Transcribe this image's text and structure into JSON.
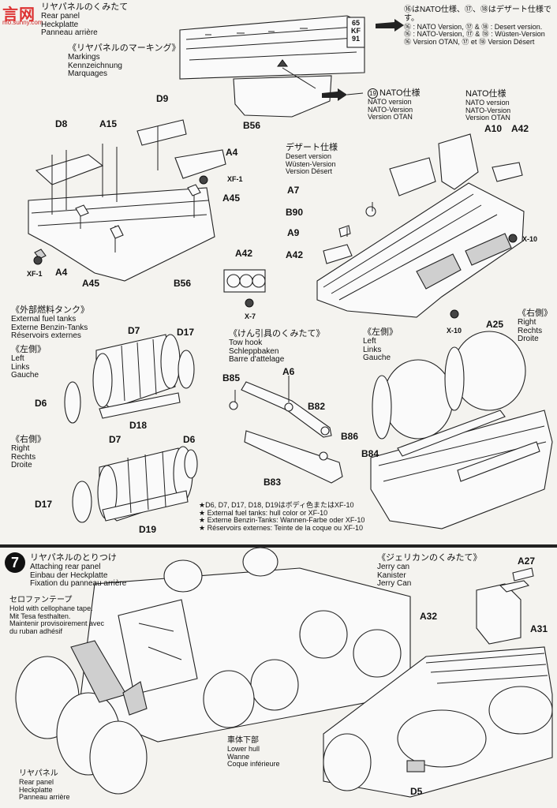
{
  "logo": {
    "main": "言网",
    "sub": "mo.sunny.com"
  },
  "rear_panel_title": {
    "ja": "リヤパネルのくみたて",
    "en": "Rear panel",
    "de": "Heckplatte",
    "fr": "Panneau arrière"
  },
  "version_note": {
    "ja": "⑯はNATO仕様、⑰、⑱はデザート仕様です。",
    "en": "⑯ : NATO Version, ⑰ & ⑱ : Desert version.",
    "de": "⑯ : NATO-Version, ⑰ & ⑱ : Wüsten-Version",
    "fr": "⑯ Version OTAN, ⑰ et ⑱ Version Désert"
  },
  "plate": [
    "65",
    "KF",
    "91"
  ],
  "markings": {
    "ja": "《リヤパネルのマーキング》",
    "en": "Markings",
    "de": "Kennzeichnung",
    "fr": "Marquages"
  },
  "nato19": {
    "num": "19",
    "ja": "NATO仕様",
    "en": "NATO version",
    "de": "NATO-Version",
    "fr": "Version OTAN"
  },
  "nato_right": {
    "ja": "NATO仕様",
    "en": "NATO version",
    "de": "NATO-Version",
    "fr": "Version OTAN"
  },
  "desert": {
    "ja": "デザート仕様",
    "en": "Desert version",
    "de": "Wüsten-Version",
    "fr": "Version Désert"
  },
  "parts_top": {
    "B56_top": "B56",
    "D9": "D9",
    "D8": "D8",
    "A15": "A15",
    "A4a": "A4",
    "XF1a": "XF-1",
    "A45a": "A45",
    "XF1b": "XF-1",
    "A4b": "A4",
    "A45b": "A45",
    "B56": "B56",
    "A42": "A42",
    "X7": "X-7",
    "A10": "A10",
    "A42r": "A42",
    "A7": "A7",
    "B90": "B90",
    "A9": "A9",
    "A42m": "A42",
    "X10a": "X-10",
    "X10b": "X-10",
    "A25": "A25"
  },
  "fuel": {
    "ja": "《外部燃料タンク》",
    "en": "External fuel tanks",
    "de": "Externe Benzin-Tanks",
    "fr": "Réservoirs externes"
  },
  "left1": {
    "ja": "《左側》",
    "en": "Left",
    "de": "Links",
    "fr": "Gauche"
  },
  "right1": {
    "ja": "《右側》",
    "en": "Right",
    "de": "Rechts",
    "fr": "Droite"
  },
  "left2": {
    "ja": "《左側》",
    "en": "Left",
    "de": "Links",
    "fr": "Gauche"
  },
  "right2": {
    "ja": "《右側》",
    "en": "Right",
    "de": "Rechts",
    "fr": "Droite"
  },
  "tow": {
    "ja": "《けん引具のくみたて》",
    "en": "Tow hook",
    "de": "Schleppbaken",
    "fr": "Barre d'attelage"
  },
  "parts_mid": {
    "D7a": "D7",
    "D17a": "D17",
    "D6a": "D6",
    "D18": "D18",
    "D7b": "D7",
    "D6b": "D6",
    "D17b": "D17",
    "D19": "D19",
    "B85": "B85",
    "A6": "A6",
    "B82": "B82",
    "B86": "B86",
    "B83": "B83",
    "B84": "B84"
  },
  "paint_note": [
    "★D6, D7, D17, D18, D19はボディ色またはXF-10",
    "★ External fuel tanks: hull color or XF-10",
    "★ Externe Benzin-Tanks: Wannen-Farbe oder XF-10",
    "★ Réservoirs externes: Teinte de la coque ou XF-10"
  ],
  "step7": {
    "num": "7",
    "ja": "リヤパネルのとりつけ",
    "en": "Attaching rear panel",
    "de": "Einbau der Heckplatte",
    "fr": "Fixation du panneau arrière"
  },
  "tape": {
    "ja": "セロファンテープ",
    "en": "Hold with cellophane tape.",
    "de": "Mit Tesa festhalten.",
    "fr1": "Maintenir provisoirement avec",
    "fr2": "du ruban adhésif"
  },
  "lower_hull": {
    "ja": "車体下部",
    "en": "Lower hull",
    "de": "Wanne",
    "fr": "Coque inférieure"
  },
  "rear_panel2": {
    "ja": "リヤパネル",
    "en": "Rear panel",
    "de": "Heckplatte",
    "fr": "Panneau arrière"
  },
  "jerry": {
    "ja": "《ジェリカンのくみたて》",
    "en": "Jerry can",
    "de": "Kanister",
    "fr": "Jerry Can"
  },
  "parts_bottom": {
    "A27": "A27",
    "A32": "A32",
    "A31": "A31",
    "D5": "D5"
  }
}
